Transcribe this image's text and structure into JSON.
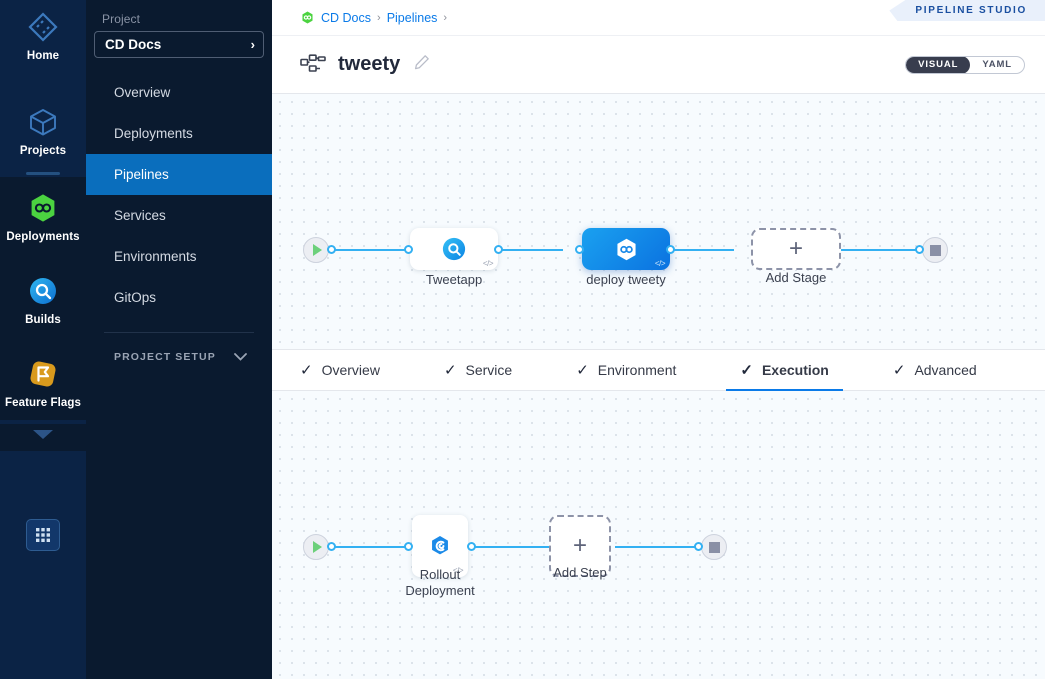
{
  "rail": {
    "items": [
      {
        "label": "Home",
        "icon": "home-diamond-icon",
        "active": false
      },
      {
        "label": "Projects",
        "icon": "cube-icon",
        "active": false
      },
      {
        "label": "Deployments",
        "icon": "deployments-hex-icon",
        "active": true
      },
      {
        "label": "Builds",
        "icon": "builds-icon",
        "active": true
      },
      {
        "label": "Feature Flags",
        "icon": "feature-flags-icon",
        "active": true
      }
    ],
    "expand_caret": "chevron-down-icon",
    "grid_button": "grid-apps-icon"
  },
  "sidebar": {
    "heading": "Project",
    "project_name": "CD Docs",
    "project_chevron": "›",
    "items": [
      {
        "label": "Overview",
        "active": false
      },
      {
        "label": "Deployments",
        "active": false
      },
      {
        "label": "Pipelines",
        "active": true
      },
      {
        "label": "Services",
        "active": false
      },
      {
        "label": "Environments",
        "active": false
      },
      {
        "label": "GitOps",
        "active": false
      }
    ],
    "setup_label": "PROJECT SETUP"
  },
  "breadcrumb": {
    "items": [
      {
        "label": "CD Docs",
        "link": true
      },
      {
        "label": "Pipelines",
        "link": true
      }
    ],
    "separator": "›",
    "module_icon": "deployments-hex-icon"
  },
  "studio": {
    "tab_label": "PIPELINE STUDIO"
  },
  "header": {
    "pipeline_icon": "pipeline-nodes-icon",
    "title": "tweety",
    "edit_icon": "pencil-edit-icon",
    "view_toggle": {
      "options": [
        "VISUAL",
        "YAML"
      ],
      "selected": "VISUAL"
    }
  },
  "stage_graph": {
    "start_node": "start-play-icon",
    "end_node": "stop-square-icon",
    "stages": [
      {
        "name": "Tweetapp",
        "icon": "ci-build-icon",
        "selected": false,
        "code_badge": "</>"
      },
      {
        "name": "deploy tweety",
        "icon": "cd-infinity-icon",
        "selected": true,
        "code_badge": "</>"
      }
    ],
    "add_stage_label": "Add Stage",
    "add_icon": "plus-icon"
  },
  "stage_tabs": {
    "tabs": [
      {
        "label": "Overview",
        "checked": true,
        "active": false
      },
      {
        "label": "Service",
        "checked": true,
        "active": false
      },
      {
        "label": "Environment",
        "checked": true,
        "active": false
      },
      {
        "label": "Execution",
        "checked": true,
        "active": true
      },
      {
        "label": "Advanced",
        "checked": true,
        "active": false
      }
    ],
    "check_glyph": "✓"
  },
  "execution_graph": {
    "start_node": "start-play-icon",
    "end_node": "stop-square-icon",
    "steps": [
      {
        "name": "Rollout\nDeployment",
        "line1": "Rollout",
        "line2": "Deployment",
        "icon": "k8s-rollout-icon",
        "code_badge": "</>"
      }
    ],
    "add_step_label": "Add Step",
    "add_icon": "plus-icon"
  },
  "colors": {
    "accent_blue": "#0a7ae8",
    "edge_blue": "#33b0f2",
    "nav_dark": "#0a1a2f",
    "rail_dark": "#0b2345",
    "deploy_green": "#4bd340",
    "canvas_bg": "#f7fbfe"
  }
}
